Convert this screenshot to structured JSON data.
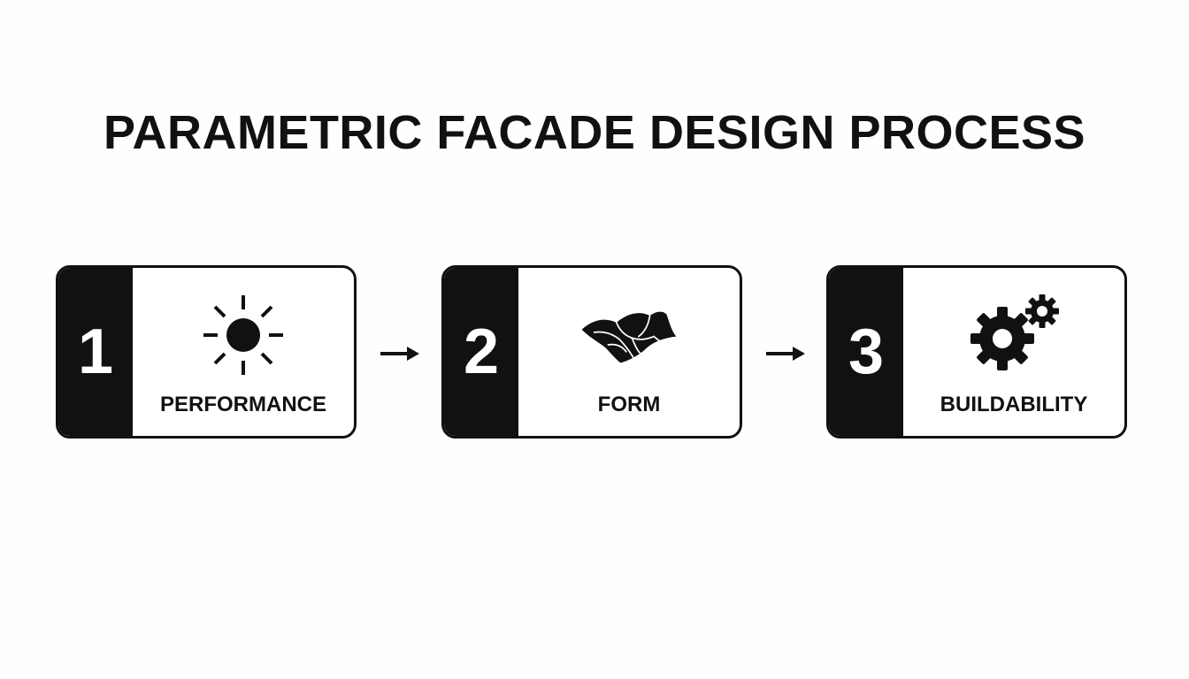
{
  "title": "PARAMETRIC FACADE DESIGN PROCESS",
  "steps": [
    {
      "number": "1",
      "label": "PERFORMANCE",
      "icon": "sun-icon"
    },
    {
      "number": "2",
      "label": "FORM",
      "icon": "wavy-surface-icon"
    },
    {
      "number": "3",
      "label": "BUILDABILITY",
      "icon": "gears-icon"
    }
  ],
  "colors": {
    "ink": "#111111",
    "background": "#ffffff"
  }
}
